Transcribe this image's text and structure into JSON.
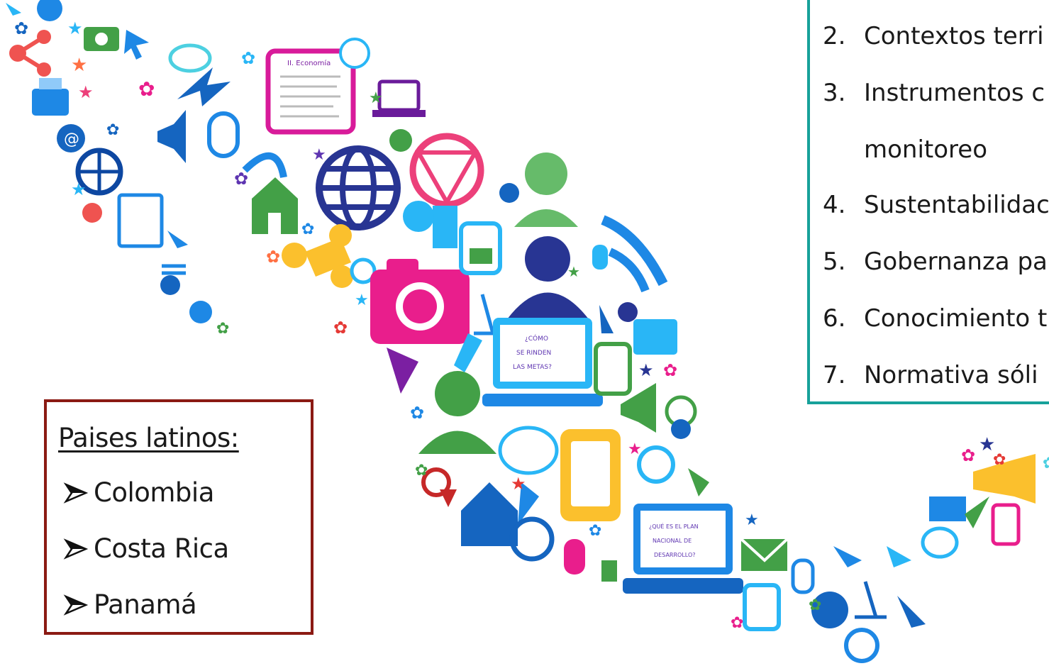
{
  "list_panel": {
    "items": [
      {
        "num": "2.",
        "text": "Contextos terri"
      },
      {
        "num": "3.",
        "text": "Instrumentos c monitoreo"
      },
      {
        "num": "4.",
        "text": "Sustentabilidac"
      },
      {
        "num": "5.",
        "text": "Gobernanza pa"
      },
      {
        "num": "6.",
        "text": "Conocimiento t"
      },
      {
        "num": "7.",
        "text": "Normativa sóli"
      }
    ]
  },
  "latin_panel": {
    "title": "Paises latinos:",
    "countries": [
      "Colombia",
      "Costa Rica",
      "Panamá"
    ]
  },
  "collage": {
    "screen_text_1": "¿CÓMO SE RINDEN LAS METAS?",
    "screen_text_2": "¿QUÉ ES EL PLAN NACIONAL DE DESARROLLO?",
    "doc_text": "II. Economía"
  },
  "colors": {
    "teal_border": "#17a19a",
    "red_border": "#8b1a13",
    "blue": "#1e88e5",
    "green": "#4caf50",
    "magenta": "#e91e8c",
    "navy": "#2c2a8c",
    "yellow": "#fbc02d",
    "red": "#e53935"
  }
}
